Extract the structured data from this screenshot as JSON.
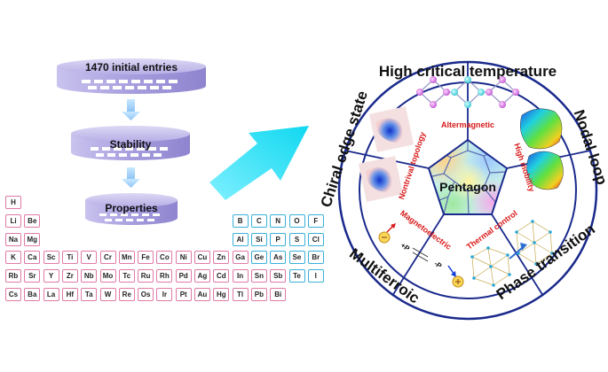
{
  "funnel": {
    "stage1": "1470 initial entries",
    "stage2": "Stability",
    "stage3": "Properties"
  },
  "center": {
    "label": "Pentagon"
  },
  "inner_labels": {
    "altermagnetic": "Altermagnetic",
    "high_mobility": "High mobility",
    "thermal_control": "Thermal control",
    "magnetoelectric": "Magnetoelectric",
    "nontrival_topology": "Nontrival topology"
  },
  "outer_labels": {
    "top": "High critical temperature",
    "right_upper": "Nodal loop",
    "right_lower": "Phase transition",
    "bottom_left": "Multiferroic",
    "left": "Chiral edge state"
  },
  "polarization": {
    "plus": "+P",
    "minus": "-P"
  },
  "periodic_table": {
    "rows": [
      [
        {
          "s": "H",
          "c": "pink"
        }
      ],
      [
        {
          "s": "Li",
          "c": "pink"
        },
        {
          "s": "Be",
          "c": "pink"
        },
        {
          "s": "B",
          "c": "blue"
        },
        {
          "s": "C",
          "c": "blue"
        },
        {
          "s": "N",
          "c": "blue"
        },
        {
          "s": "O",
          "c": "blue"
        },
        {
          "s": "F",
          "c": "blue"
        }
      ],
      [
        {
          "s": "Na",
          "c": "pink"
        },
        {
          "s": "Mg",
          "c": "pink"
        },
        {
          "s": "Al",
          "c": "blue"
        },
        {
          "s": "Si",
          "c": "blue"
        },
        {
          "s": "P",
          "c": "blue"
        },
        {
          "s": "S",
          "c": "blue"
        },
        {
          "s": "Cl",
          "c": "blue"
        }
      ],
      [
        {
          "s": "K",
          "c": "pink"
        },
        {
          "s": "Ca",
          "c": "pink"
        },
        {
          "s": "Sc",
          "c": "pink"
        },
        {
          "s": "Ti",
          "c": "pink"
        },
        {
          "s": "V",
          "c": "pink"
        },
        {
          "s": "Cr",
          "c": "pink"
        },
        {
          "s": "Mn",
          "c": "pink"
        },
        {
          "s": "Fe",
          "c": "pink"
        },
        {
          "s": "Co",
          "c": "pink"
        },
        {
          "s": "Ni",
          "c": "pink"
        },
        {
          "s": "Cu",
          "c": "pink"
        },
        {
          "s": "Zn",
          "c": "pink"
        },
        {
          "s": "Ga",
          "c": "pink"
        },
        {
          "s": "Ge",
          "c": "blue"
        },
        {
          "s": "As",
          "c": "blue"
        },
        {
          "s": "Se",
          "c": "blue"
        },
        {
          "s": "Br",
          "c": "blue"
        }
      ],
      [
        {
          "s": "Rb",
          "c": "pink"
        },
        {
          "s": "Sr",
          "c": "pink"
        },
        {
          "s": "Y",
          "c": "pink"
        },
        {
          "s": "Zr",
          "c": "pink"
        },
        {
          "s": "Nb",
          "c": "pink"
        },
        {
          "s": "Mo",
          "c": "pink"
        },
        {
          "s": "Tc",
          "c": "pink"
        },
        {
          "s": "Ru",
          "c": "pink"
        },
        {
          "s": "Rh",
          "c": "pink"
        },
        {
          "s": "Pd",
          "c": "pink"
        },
        {
          "s": "Ag",
          "c": "pink"
        },
        {
          "s": "Cd",
          "c": "pink"
        },
        {
          "s": "In",
          "c": "pink"
        },
        {
          "s": "Sn",
          "c": "pink"
        },
        {
          "s": "Sb",
          "c": "pink"
        },
        {
          "s": "Te",
          "c": "blue"
        },
        {
          "s": "I",
          "c": "blue"
        }
      ],
      [
        {
          "s": "Cs",
          "c": "pink"
        },
        {
          "s": "Ba",
          "c": "pink"
        },
        {
          "s": "La",
          "c": "pink"
        },
        {
          "s": "Hf",
          "c": "pink"
        },
        {
          "s": "Ta",
          "c": "pink"
        },
        {
          "s": "W",
          "c": "pink"
        },
        {
          "s": "Re",
          "c": "pink"
        },
        {
          "s": "Os",
          "c": "pink"
        },
        {
          "s": "Ir",
          "c": "pink"
        },
        {
          "s": "Pt",
          "c": "pink"
        },
        {
          "s": "Au",
          "c": "pink"
        },
        {
          "s": "Hg",
          "c": "pink"
        },
        {
          "s": "Tl",
          "c": "pink"
        },
        {
          "s": "Pb",
          "c": "pink"
        },
        {
          "s": "Bi",
          "c": "pink"
        }
      ]
    ]
  },
  "colors": {
    "funnel": "#9f96dc",
    "arrow": "#22e0f0",
    "circle_border": "#1a2a8c",
    "inner_label": "#d81818",
    "pink_border": "#e07aa6",
    "blue_border": "#3ab0d8"
  }
}
